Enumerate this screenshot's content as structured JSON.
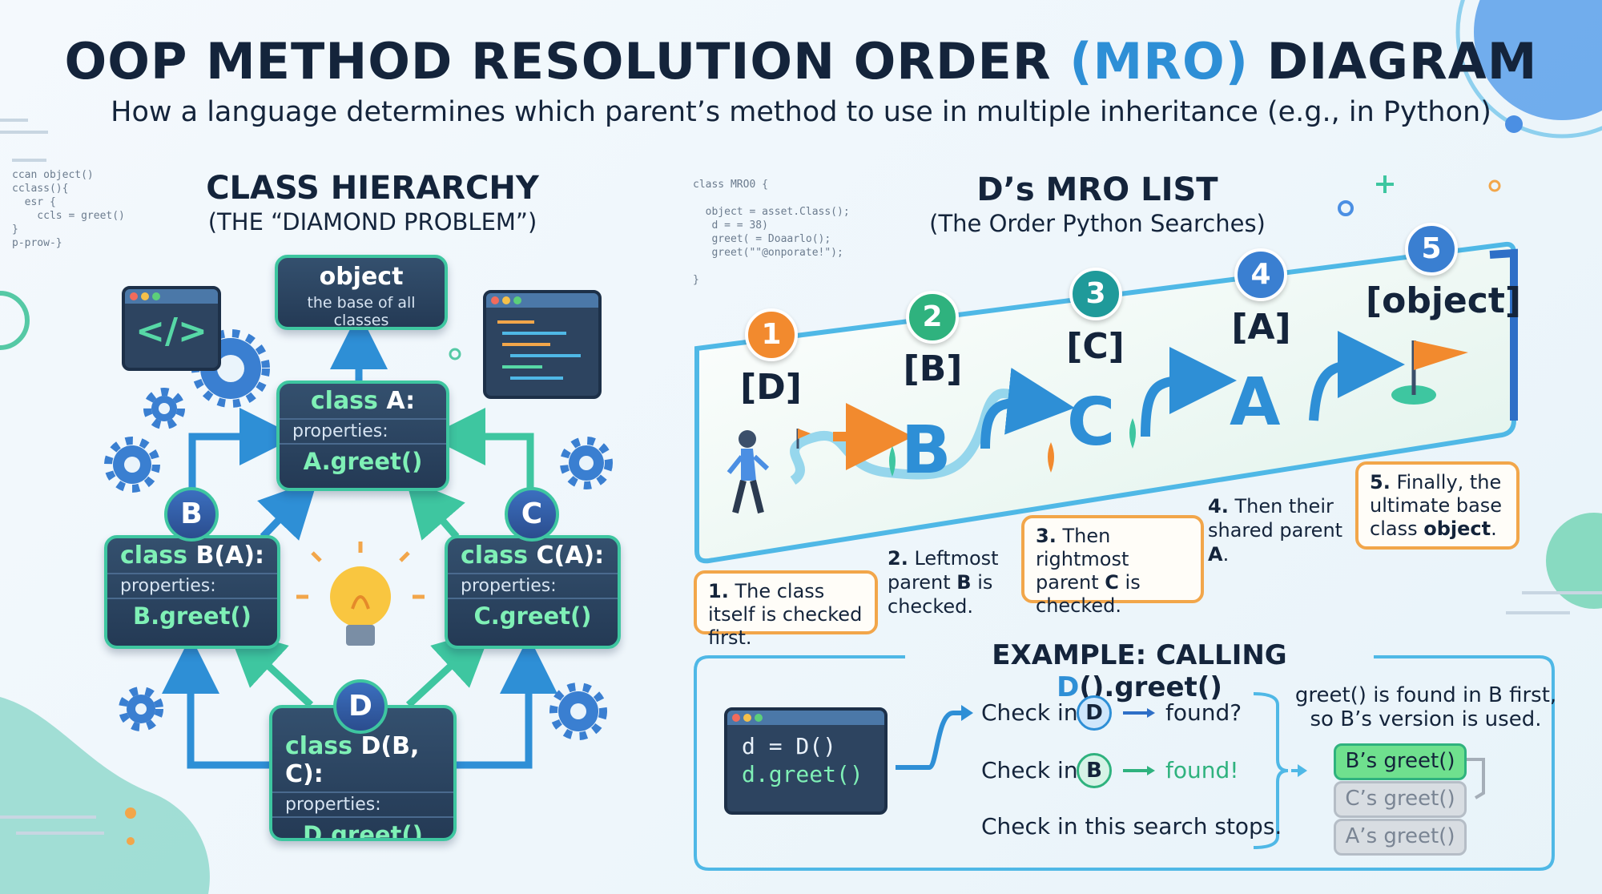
{
  "title": {
    "part1": "OOP METHOD RESOLUTION ORDER ",
    "highlight": "(MRO)",
    "part2": " DIAGRAM"
  },
  "subtitle": "How a language determines which parent’s method to use in multiple inheritance (e.g., in Python)",
  "hierarchy": {
    "heading": "CLASS HIERARCHY",
    "subheading": "(THE “DIAMOND PROBLEM”)",
    "object_box": {
      "name": "object",
      "desc": "the base of all classes"
    },
    "classes": {
      "a": {
        "kw": "class ",
        "letter": "A",
        "suffix": ":",
        "props": "properties:",
        "method": "A.greet()"
      },
      "b": {
        "kw": "class ",
        "letter": "B",
        "suffix": "(A):",
        "props": "properties:",
        "method": "B.greet()",
        "badge": "B"
      },
      "c": {
        "kw": "class ",
        "letter": "C",
        "suffix": "(A):",
        "props": "properties:",
        "method": "C.greet()",
        "badge": "C"
      },
      "d": {
        "kw": "class ",
        "letter": "D",
        "suffix": "(B, C):",
        "props": "properties:",
        "method": "D.greet()",
        "badge": "D"
      }
    },
    "code_icon": "</>"
  },
  "mro": {
    "heading": "D’s MRO LIST",
    "subheading": "(The Order Python Searches)",
    "steps": [
      {
        "num": "1",
        "label": "[D]",
        "color": "#f28a2e"
      },
      {
        "num": "2",
        "label": "[B]",
        "color": "#2fb27e"
      },
      {
        "num": "3",
        "label": "[C]",
        "color": "#1f9a9a"
      },
      {
        "num": "4",
        "label": "[A]",
        "color": "#3a7fd1"
      },
      {
        "num": "5",
        "label": "[object]",
        "color": "#3a7fd1"
      }
    ],
    "path_letters": [
      "B",
      "C",
      "A"
    ],
    "notes": {
      "n1": {
        "num": "1.",
        "text": " The class itself is checked first."
      },
      "n2_a": "2.",
      "n2_b": " Leftmost parent ",
      "n2_c": "B",
      "n2_d": " is checked.",
      "n3_a": "3.",
      "n3_b": " Then rightmost parent ",
      "n3_c": "C",
      "n3_d": " is checked.",
      "n4_a": "4.",
      "n4_b": " Then their shared parent ",
      "n4_c": "A",
      "n4_d": ".",
      "n5_a": "5.",
      "n5_b": " Finally, the ultimate base class ",
      "n5_c": "object",
      "n5_d": "."
    }
  },
  "example": {
    "heading_a": "EXAMPLE: CALLING ",
    "heading_b": "D",
    "heading_c": "().greet()",
    "code": [
      "d = D()",
      "d.greet()"
    ],
    "checks": [
      {
        "prefix": "Check in",
        "cls": "D",
        "result": "found?"
      },
      {
        "prefix": "Check in",
        "cls": "B",
        "result": "found!"
      }
    ],
    "stop_text": "Check in this search stops.",
    "explanation_1": "greet() is found in B first,",
    "explanation_2": "so B’s version is used.",
    "options": [
      "B’s greet()",
      "C’s greet()",
      "A’s greet()"
    ]
  },
  "decor_code": {
    "left": "ccan object()\ncclass(){\n  esr {\n    ccls = greet()\n}\np-prow-}",
    "center": "class MRO0 {\n\n  object = asset.Class();\n   d = = 38)\n   greet( = Doaarlo();\n   greet(\"\"@onporate!\");\n\n}"
  },
  "colors": {
    "navy": "#14243b",
    "accent": "#2e8fd6",
    "green": "#3ec6a0",
    "orange": "#f2a64a"
  }
}
